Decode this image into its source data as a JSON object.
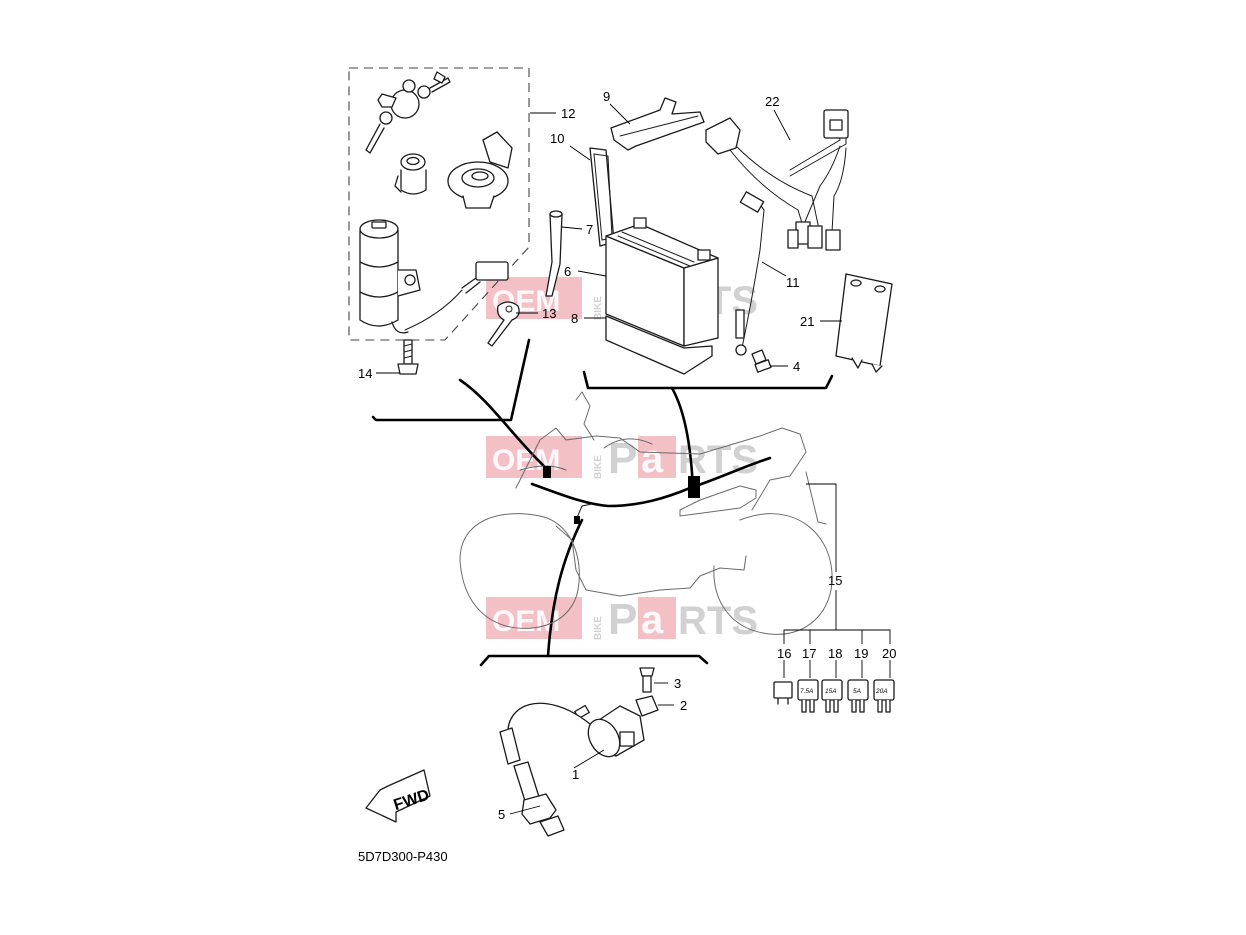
{
  "diagram": {
    "code": "5D7D300-P430",
    "fwd_label": "FWD",
    "watermark": {
      "oem": "OEM",
      "bike": "BIKE",
      "parts_a": "P",
      "parts_b": "a",
      "parts_c": "RTS"
    },
    "callouts": {
      "c1": "1",
      "c2": "2",
      "c3": "3",
      "c4": "4",
      "c5": "5",
      "c6": "6",
      "c7": "7",
      "c8": "8",
      "c9": "9",
      "c10": "10",
      "c11": "11",
      "c12": "12",
      "c13": "13",
      "c14": "14",
      "c15": "15",
      "c16": "16",
      "c17": "17",
      "c18": "18",
      "c19": "19",
      "c20": "20",
      "c21": "21",
      "c22": "22"
    },
    "fuse_ratings": {
      "f17": "7.5A",
      "f18": "15A",
      "f19": "5A",
      "f20": "20A"
    }
  },
  "colors": {
    "line": "#1a1a1a",
    "watermark_red": "#e05a66",
    "watermark_gray": "#9a9a9a"
  }
}
